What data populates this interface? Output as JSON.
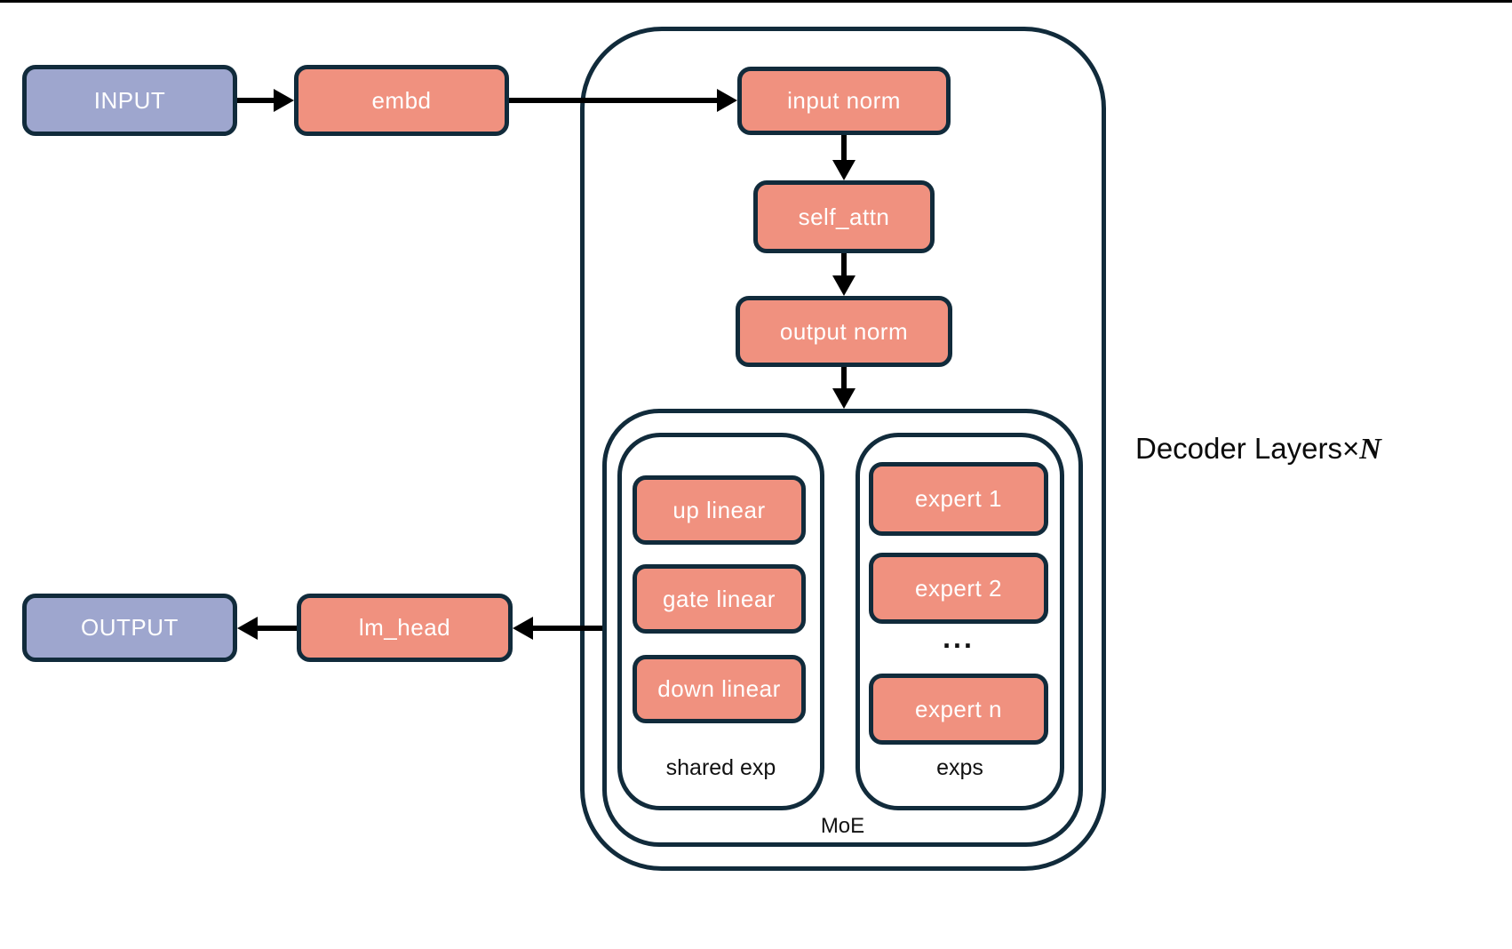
{
  "diagram": {
    "title_note": "MoE decoder language model architecture",
    "colors": {
      "box_salmon": "#F0917F",
      "box_purple": "#9EA6CE",
      "outline_navy": "#112B3B",
      "arrow_black": "#000000",
      "background": "#ffffff"
    },
    "nodes": {
      "input": "INPUT",
      "embd": "embd",
      "input_norm": "input norm",
      "self_attn": "self_attn",
      "output_norm": "output norm",
      "up_linear": "up linear",
      "gate_linear": "gate linear",
      "down_linear": "down linear",
      "expert_1": "expert 1",
      "expert_2": "expert 2",
      "expert_ellipsis": "...",
      "expert_n": "expert n",
      "lm_head": "lm_head",
      "output": "OUTPUT"
    },
    "labels": {
      "shared_exp": "shared exp",
      "exps": "exps",
      "moe": "MoE",
      "decoder_layers_prefix": "Decoder Layers",
      "decoder_layers_times": "×",
      "decoder_layers_n": "N"
    }
  }
}
